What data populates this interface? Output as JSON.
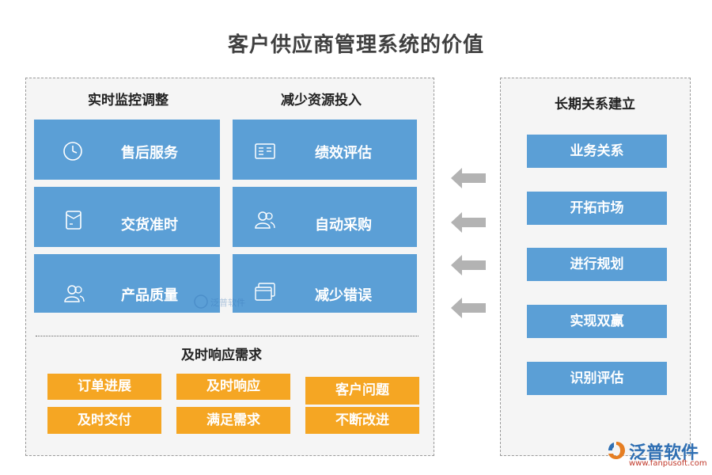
{
  "title": "客户供应商管理系统的价值",
  "left": {
    "col1_heading": "实时监控调整",
    "col2_heading": "减少资源投入",
    "col1_items": [
      {
        "label": "售后服务",
        "icon": "clock-icon"
      },
      {
        "label": "交货准时",
        "icon": "document-icon"
      },
      {
        "label": "产品质量",
        "icon": "users-icon"
      }
    ],
    "col2_items": [
      {
        "label": "绩效评估",
        "icon": "form-icon"
      },
      {
        "label": "自动采购",
        "icon": "user-group-icon"
      },
      {
        "label": "减少错误",
        "icon": "window-stack-icon"
      }
    ],
    "bottom_heading": "及时响应需求",
    "orange_items": [
      "订单进展",
      "及时响应",
      "客户问题",
      "及时交付",
      "满足需求",
      "不断改进"
    ]
  },
  "right": {
    "heading": "长期关系建立",
    "items": [
      "业务关系",
      "开拓市场",
      "进行规划",
      "实现双赢",
      "识别评估"
    ]
  },
  "brand": {
    "name": "泛普软件",
    "url": "www.fanpusoft.com",
    "watermark": "泛普软件"
  },
  "colors": {
    "blue": "#5b9fd6",
    "orange": "#f5a623",
    "arrow": "#b3b3b3",
    "panel_bg": "#f5f5f5"
  }
}
